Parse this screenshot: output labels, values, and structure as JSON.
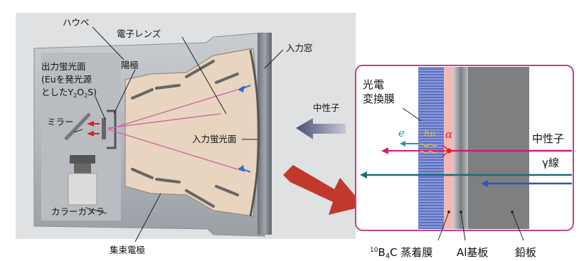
{
  "labels": {
    "havube": "ハウベ",
    "electron_lens": "電子レンズ",
    "input_window": "入力窓",
    "output_phosphor_l1": "出力蛍光面",
    "output_phosphor_l2": "(Euを発光源",
    "output_phosphor_l3_pre": "とした",
    "output_phosphor_l3_y": "Y",
    "output_phosphor_l3_sub1": "2",
    "output_phosphor_l3_o": "O",
    "output_phosphor_l3_sub2": "2",
    "output_phosphor_l3_post": "S)",
    "anode": "陽極",
    "mirror": "ミラー",
    "color_camera": "カラーカメラ",
    "input_phosphor": "入力蛍光面",
    "focusing_electrode": "集束電極",
    "neutron_arrow": "中性子",
    "photocathode_l1": "光電",
    "photocathode_l2": "変換膜",
    "electron_symbol": "e",
    "photon_symbol": "hν",
    "alpha_symbol": "α",
    "neutron_beam": "中性子",
    "gamma_beam": "γ線",
    "b4c_sup": "10",
    "b4c_text": "B",
    "b4c_sub": "4",
    "b4c_rest": "C 蒸着膜",
    "al_substrate": "Al基板",
    "lead_plate": "鉛板"
  },
  "colors": {
    "neutron": "#d81b7a",
    "gamma": "#1e6b78",
    "electron": "#1d8fd0",
    "photon": "#e9c21f",
    "inset_border": "#c0448b",
    "big_arrow": "#c0392b"
  }
}
